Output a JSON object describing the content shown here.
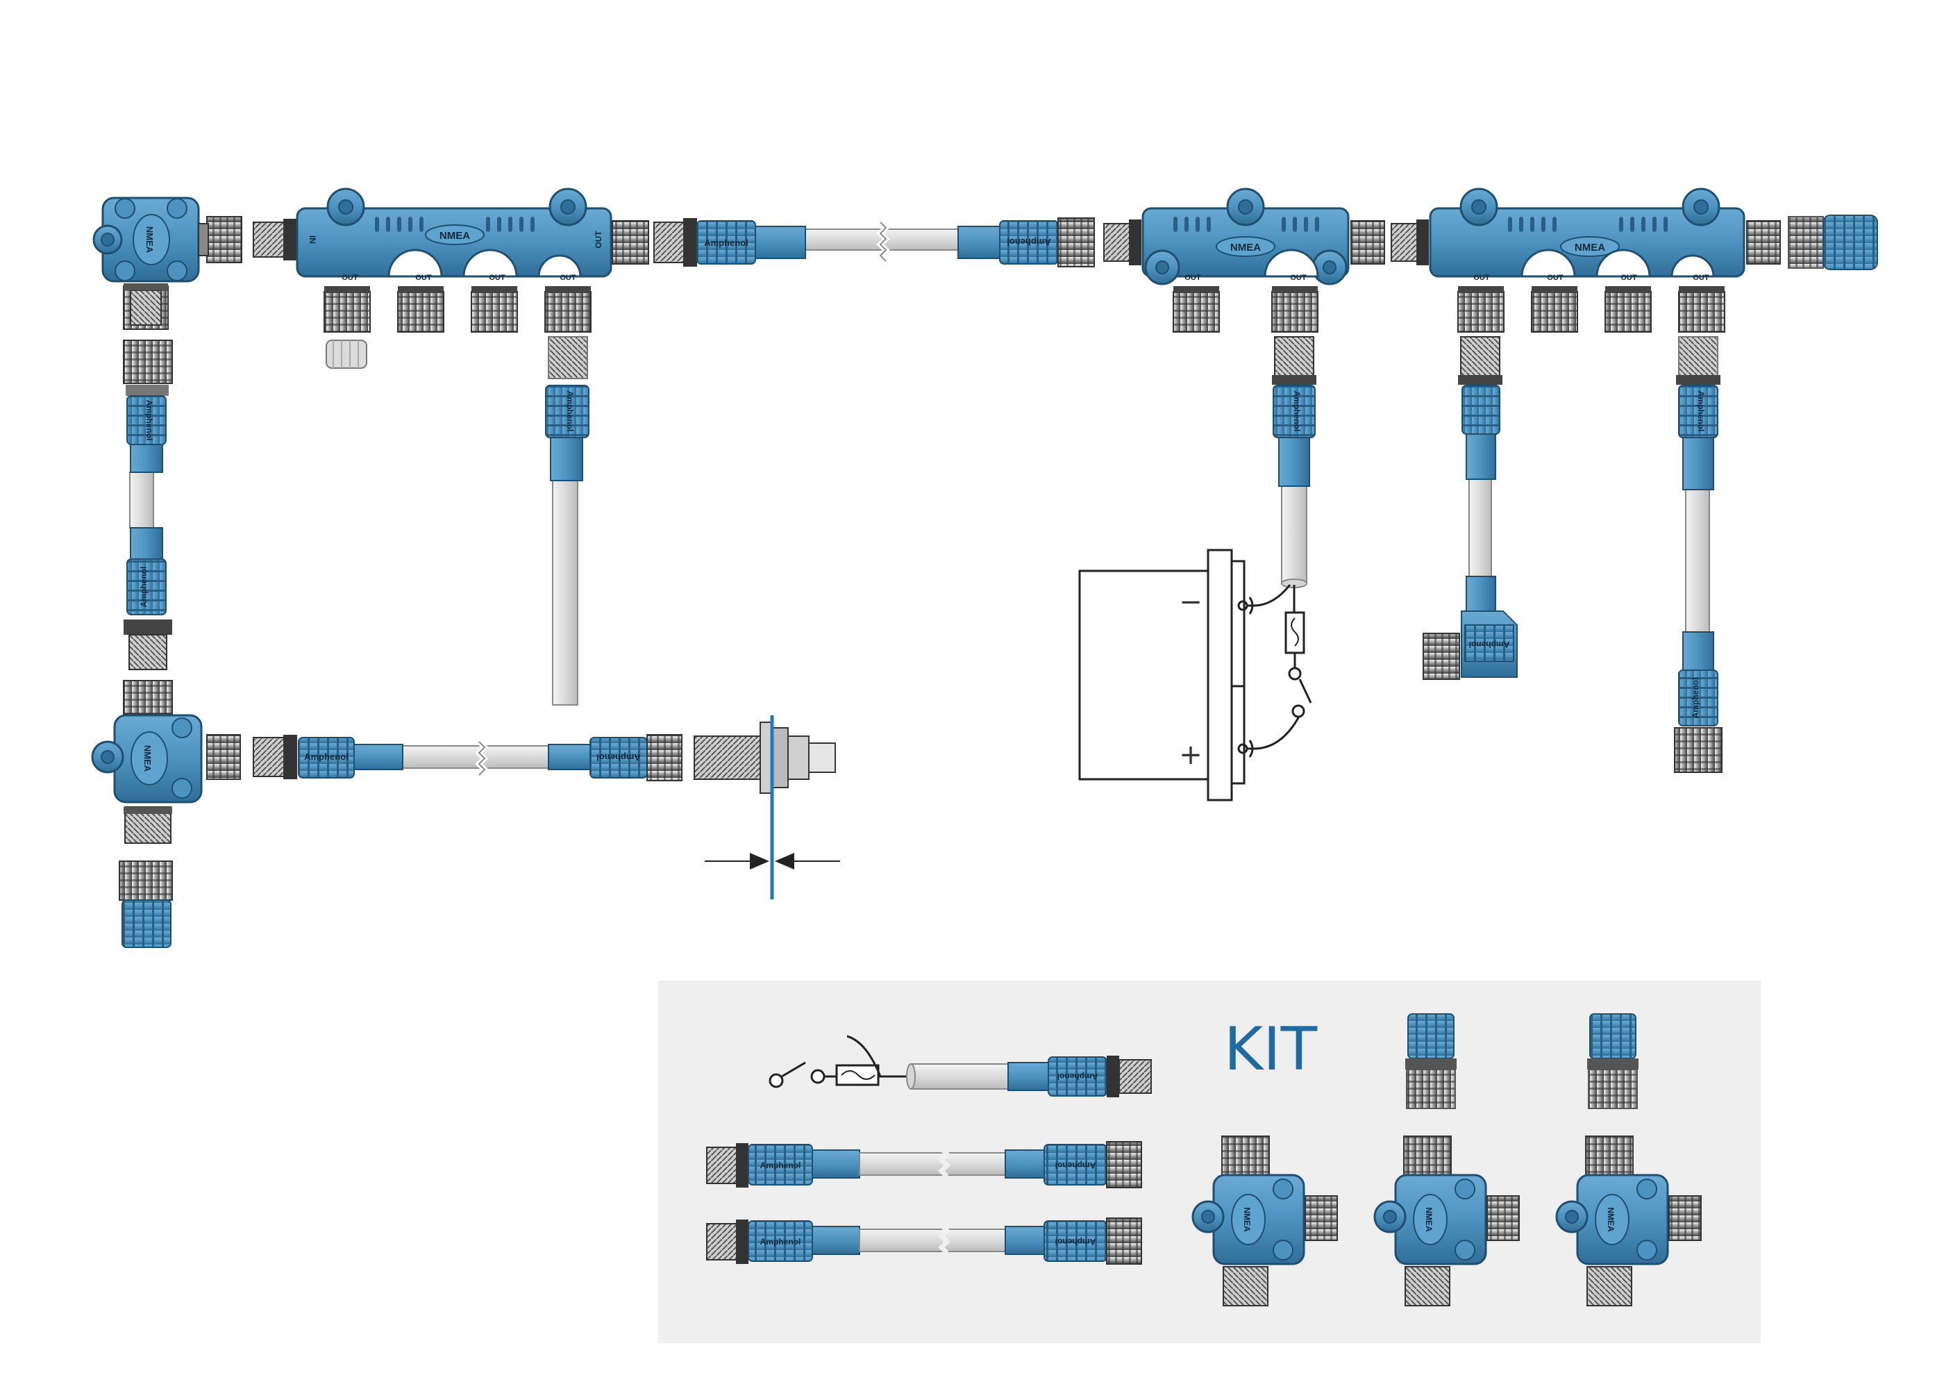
{
  "colors": {
    "background": "#ffffff",
    "connector_blue": "#4d93c0",
    "connector_dark": "#2f6e98",
    "cable_grey": "#dedede",
    "metal_dark": "#5a5a5a",
    "metal_light": "#bdbdbd",
    "kit_panel": "#efefef",
    "line_dark": "#222222",
    "rod_blue": "#1f7bc1"
  },
  "labels": {
    "hub_brand": "NMEA",
    "cable_brand": "Amphenol",
    "port_in": "IN",
    "port_out": "OUT",
    "battery_minus": "−",
    "battery_plus": "+",
    "kit_title": "KIT"
  },
  "icons": {
    "multi_port_tee": "four-way-tee-icon",
    "single_tee": "t-connector-icon",
    "terminator": "terminator-cap-icon",
    "battery": "battery-icon",
    "fuse": "fuse-icon",
    "switch": "switch-icon",
    "sensor": "threaded-sensor-icon"
  }
}
